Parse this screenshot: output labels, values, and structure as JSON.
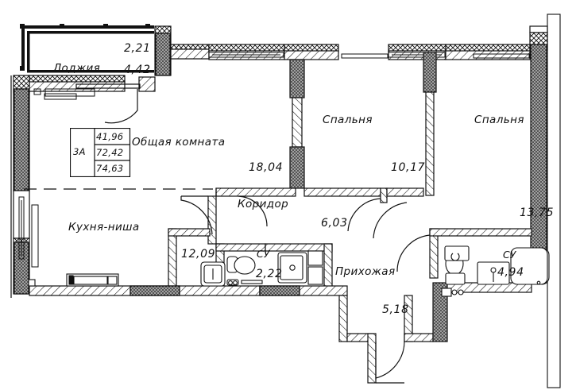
{
  "plan": {
    "type": "floor-plan",
    "apartment_code": "3A",
    "info_box": {
      "code": "3A",
      "values": [
        "41,96",
        "72,42",
        "74,63"
      ]
    },
    "rooms": [
      {
        "key": "loggia",
        "name": "Лоджия",
        "area": "4,42",
        "area2": "2,21"
      },
      {
        "key": "living",
        "name": "Общая комната",
        "area": "18,04"
      },
      {
        "key": "bedroom1",
        "name": "Спальня",
        "area": "10,17"
      },
      {
        "key": "bedroom2",
        "name": "Спальня",
        "area": "13,75"
      },
      {
        "key": "kitchen",
        "name": "Кухня-ниша",
        "area": "12,09"
      },
      {
        "key": "corridor",
        "name": "Коридор",
        "area": "6,03"
      },
      {
        "key": "bath_small",
        "name": "СУ",
        "area": "2,22"
      },
      {
        "key": "hall",
        "name": "Прихожая",
        "area": "5,18"
      },
      {
        "key": "bath_large",
        "name": "СУ",
        "area": "4,94"
      }
    ],
    "colors": {
      "line": "#111111",
      "wall_fill": "#ffffff",
      "column_fill": "#9a9a9a",
      "background": "#ffffff"
    },
    "fixtures": [
      "toilet",
      "washbasin",
      "washing-machine",
      "kitchen-sink",
      "kitchen-counter",
      "bathtub",
      "vanity",
      "radiator"
    ]
  }
}
